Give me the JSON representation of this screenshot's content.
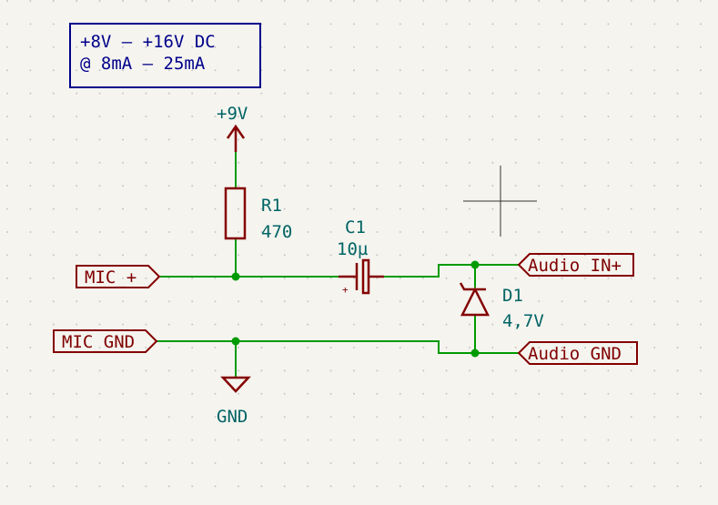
{
  "note": {
    "line1": "+8V — +16V DC",
    "line2": "@ 8mA — 25mA"
  },
  "power": {
    "vcc_label": "+9V",
    "gnd_label": "GND"
  },
  "components": {
    "r1": {
      "ref": "R1",
      "value": "470"
    },
    "c1": {
      "ref": "C1",
      "value": "10µ",
      "polarity_mark": "+"
    },
    "d1": {
      "ref": "D1",
      "value": "4,7V"
    }
  },
  "labels": {
    "mic_plus": "MIC_+",
    "mic_gnd": "MIC_GND",
    "audio_in": "Audio_IN+",
    "audio_gnd": "Audio_GND"
  },
  "colors": {
    "wire": "#009b00",
    "symbol": "#840000",
    "reference_text": "#006464",
    "note_text": "#00008b",
    "background": "#f5f4ef"
  }
}
